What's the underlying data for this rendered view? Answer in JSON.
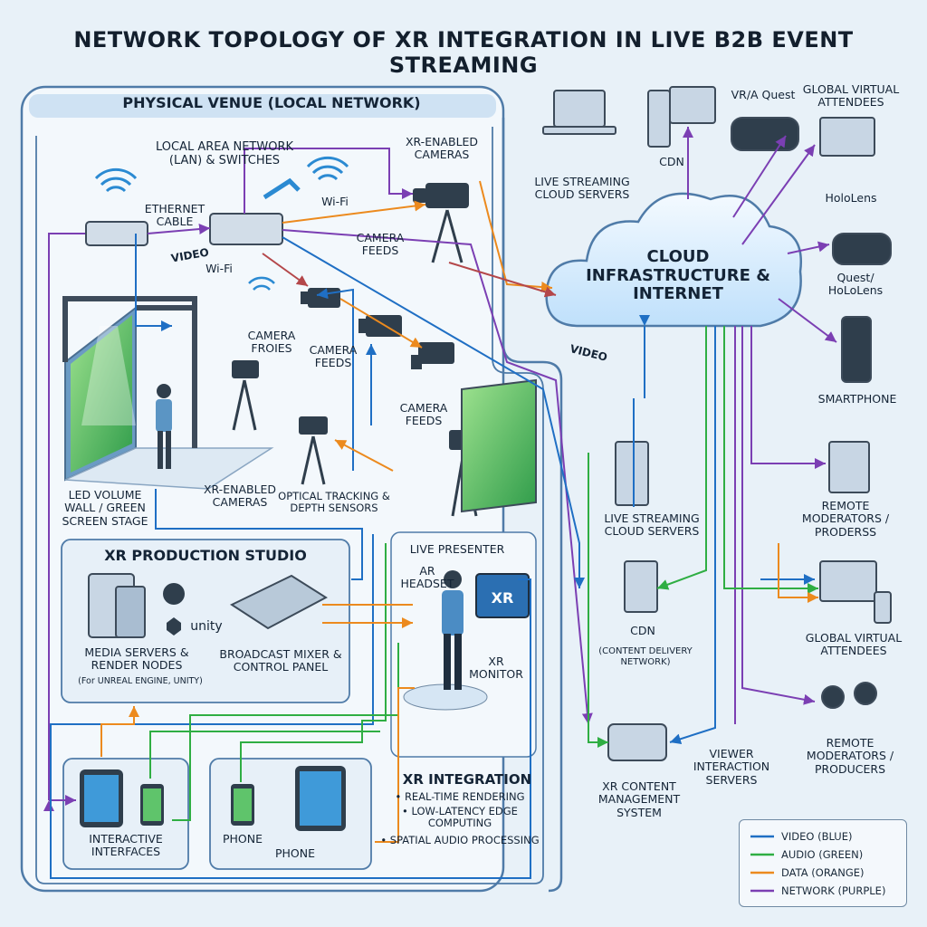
{
  "title": "NETWORK TOPOLOGY OF XR INTEGRATION IN LIVE B2B EVENT STREAMING",
  "colors": {
    "video": "#1f6fc4",
    "audio": "#2fae43",
    "data": "#ec8a1e",
    "network": "#7b3fb3",
    "frame": "#4f7ba8",
    "cloud": "#dcefff"
  },
  "venue": {
    "title": "PHYSICAL VENUE (LOCAL NETWORK)",
    "lan_label": "LOCAL AREA NETWORK (LAN) & SWITCHES",
    "ethernet_label": "ETHERNET CABLE",
    "wifi_label_1": "Wi-Fi",
    "wifi_label_2": "Wi-Fi",
    "video_label": "VIDEO",
    "xr_cameras_top": "XR-ENABLED CAMERAS",
    "camera_feeds_1": "CAMERA FEEDS",
    "camera_feeds_2": "CAMERA FEEDS",
    "camera_feeds_3": "CAMERA FEEDS",
    "camera_froies": "CAMERA FROIES",
    "stage_label": "LED VOLUME WALL / GREEN SCREEN STAGE",
    "xr_cameras_bottom": "XR-ENABLED CAMERAS",
    "tracking_label": "OPTICAL TRACKING & DEPTH SENSORS",
    "live_presenter": "LIVE PRESENTER",
    "ar_headset": "AR HEADSET",
    "xr_monitor": "XR MONITOR",
    "xr_screen": "XR"
  },
  "studio": {
    "title": "XR PRODUCTION STUDIO",
    "media_servers": "MEDIA SERVERS & RENDER NODES",
    "media_servers_sub": "(For UNREAL ENGINE, UNITY)",
    "unity": "unity",
    "mixer": "BROADCAST MIXER & CONTROL PANEL"
  },
  "devices": {
    "interactive": "INTERACTIVE INTERFACES",
    "phone_1": "PHONE",
    "phone_2": "PHONE"
  },
  "xr_integration": {
    "title": "XR INTEGRATION",
    "items": [
      "• REAL-TIME RENDERING",
      "• LOW-LATENCY EDGE COMPUTING",
      "• SPATIAL AUDIO PROCESSING"
    ]
  },
  "cloud": {
    "label": "CLOUD INFRASTRUCTURE & INTERNET",
    "video_label": "VIDEO",
    "top_servers": "LIVE STREAMING CLOUD SERVERS",
    "cdn_top": "CDN",
    "vr_quest": "VR/A Quest",
    "global_virtual_top": "GLOBAL VIRTUAL ATTENDEES",
    "hololens": "HoloLens",
    "quest_hololens": "Quest/ HoLoLens",
    "smartphone": "SMARTPHONE",
    "live_servers": "LIVE STREAMING CLOUD SERVERS",
    "cdn": "CDN",
    "cdn_sub": "(CONTENT DELIVERY NETWORK)",
    "xr_cms": "XR CONTENT MANAGEMENT SYSTEM",
    "viewer_servers": "VIEWER INTERACTION SERVERS",
    "remote_mods_1": "REMOTE MODERATORS / PRODERSS",
    "global_virtual_bottom": "GLOBAL VIRTUAL ATTENDEES",
    "remote_mods_2": "REMOTE MODERATORS / PRODUCERS"
  },
  "legend": [
    {
      "label": "VIDEO (BLUE)",
      "color": "#1f6fc4"
    },
    {
      "label": "AUDIO (GREEN)",
      "color": "#2fae43"
    },
    {
      "label": "DATA (ORANGE)",
      "color": "#ec8a1e"
    },
    {
      "label": "NETWORK (PURPLE)",
      "color": "#7b3fb3"
    }
  ]
}
